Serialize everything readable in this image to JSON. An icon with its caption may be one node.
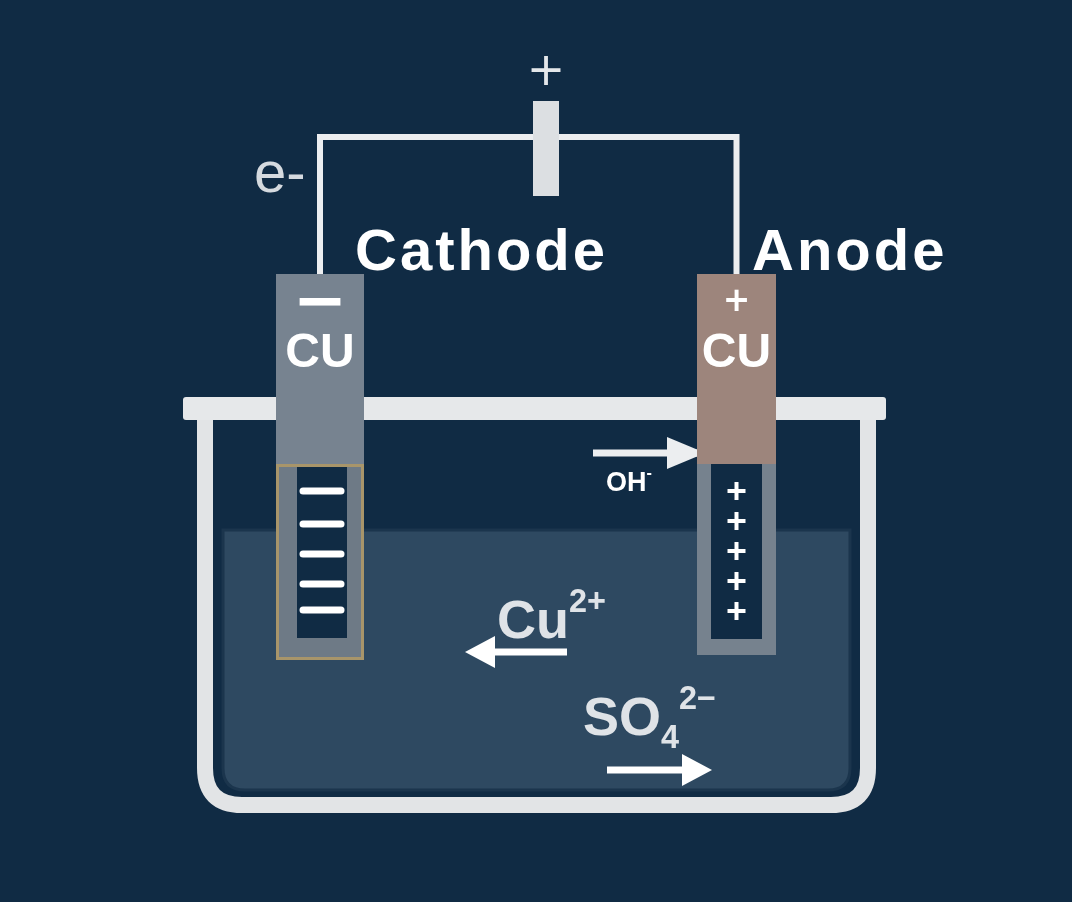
{
  "diagram": {
    "nodes": [
      {
        "text": [],
        "shape": "bar",
        "beside": [
          "+"
        ]
      },
      {
        "text": [
          "−",
          "CU"
        ],
        "beside": [
          "Cathode"
        ]
      },
      {
        "text": [
          "+",
          "CU"
        ],
        "beside": [
          "Anode"
        ]
      }
    ],
    "edges": [
      {
        "from": 1,
        "to": 0,
        "arrow": "none",
        "label": "e-"
      },
      {
        "from": 0,
        "to": 2,
        "arrow": "none"
      },
      {
        "from": null,
        "to": 2,
        "arrow": "to",
        "label": "OH$^{-}$"
      }
    ],
    "labels": [
      "Cu$^{2+}$",
      "SO$_{4}$$^{2−}$"
    ]
  }
}
